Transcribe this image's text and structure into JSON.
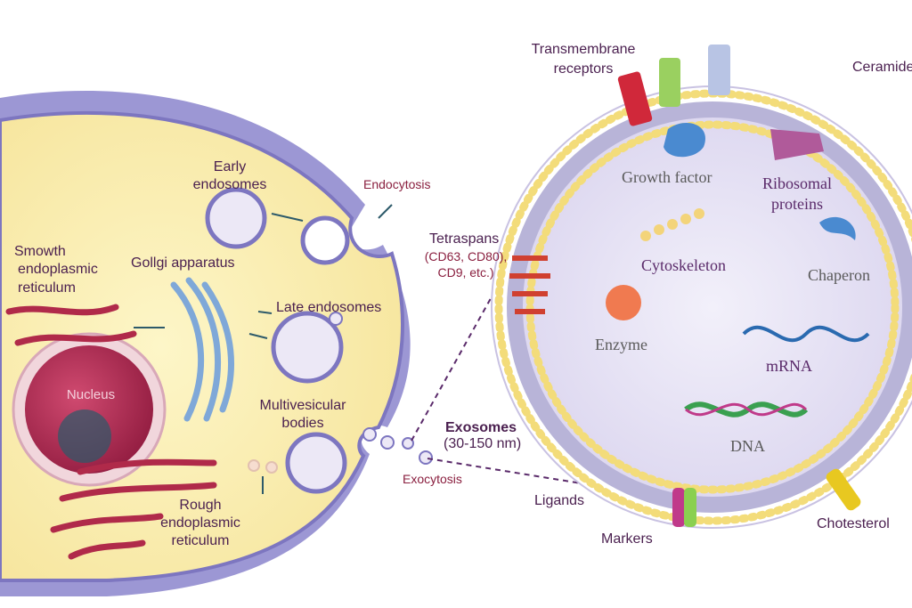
{
  "cell_labels": {
    "early_endosomes": [
      "Early",
      "endosomes"
    ],
    "endocytosis": "Endocytosis",
    "smooth_er": [
      "Smowth",
      "endoplasmic",
      "reticulum"
    ],
    "golgi": "Gollgi apparatus",
    "late_endosomes": "Late endosomes",
    "nucleus": "Nucleus",
    "mvb": [
      "Multivesicular",
      "bodies"
    ],
    "rough_er": [
      "Rough",
      "endoplasmic",
      "reticulum"
    ],
    "exocytosis": "Exocytosis",
    "exosomes": "Exosomes",
    "exosome_size": "(30-150 nm)"
  },
  "exosome_labels": {
    "transmembrane": [
      "Transmembrane",
      "receptors"
    ],
    "ceramides": "Ceramides",
    "growth_factor": "Growth factor",
    "ribosomal": [
      "Ribosomal",
      "proteins"
    ],
    "tetraspans": "Tetraspans",
    "tetraspans_detail": [
      "(CD63, CD80),",
      "CD9, etc.)"
    ],
    "cytoskeleton": "Cytoskeleton",
    "chaperon": "Chaperon",
    "enzyme": "Enzyme",
    "mrna": "mRNA",
    "dna": "DNA",
    "ligands": "Ligands",
    "markers": "Markers",
    "cholesterol": "Chotesterol"
  },
  "colors": {
    "membrane": "#8c86c8",
    "cytoplasm": "#fbf0b0",
    "nucleus": "#b0244f",
    "exosome_fill": "#e6e2f4",
    "lipid_head": "#f3dc7a"
  }
}
